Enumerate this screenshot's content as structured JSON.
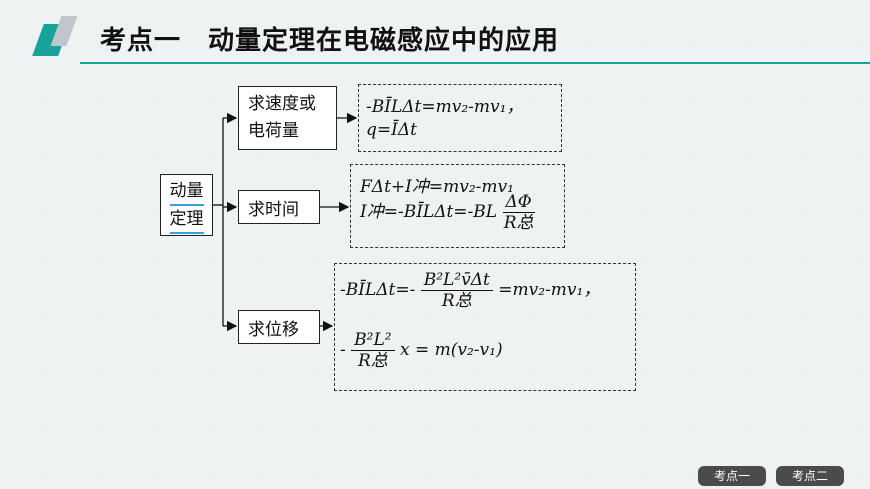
{
  "header": {
    "title": "考点一　动量定理在电磁感应中的应用"
  },
  "root": {
    "line1": "动量",
    "line2": "定理"
  },
  "branches": [
    {
      "label_line1": "求速度或",
      "label_line2": "电荷量"
    },
    {
      "label": "求时间"
    },
    {
      "label": "求位移"
    }
  ],
  "formulas": {
    "speed_line1": "-BĪLΔt=mv₂-mv₁，",
    "speed_line2": "q=ĪΔt",
    "time_line1": "FΔt+I冲=mv₂-mv₁",
    "time_line2_left": "I冲=-BĪLΔt=-BL",
    "time_line2_frac_num": "ΔΦ",
    "time_line2_frac_den": "R总",
    "disp_line1_left": "-BĪLΔt=-",
    "disp_line1_frac_num": "B²L²v̄Δt",
    "disp_line1_frac_den": "R总",
    "disp_line1_right": "=mv₂-mv₁，",
    "disp_line2_sign": "-",
    "disp_line2_frac_num": "B²L²",
    "disp_line2_frac_den": "R总",
    "disp_line2_right": "x = m(v₂-v₁)"
  },
  "nav": {
    "btn1": "考点一",
    "btn2": "考点二"
  },
  "colors": {
    "accent": "#17a39a",
    "underline": "#3aa0d8"
  }
}
